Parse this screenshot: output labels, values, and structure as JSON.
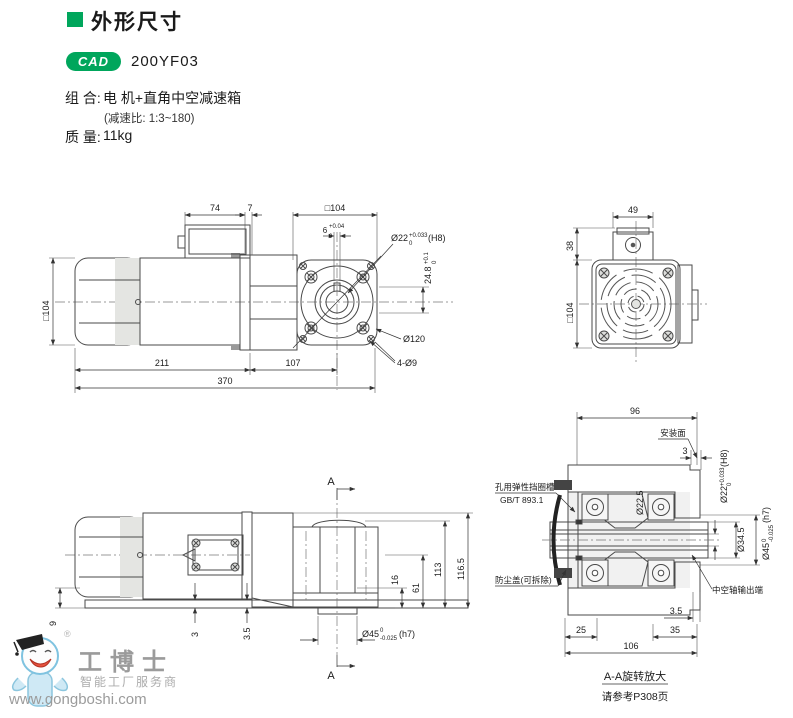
{
  "header": {
    "title": "外形尺寸",
    "cad_label": "CAD",
    "model": "200YF03",
    "combo_label": "组 合:",
    "combo_value": "电 机+直角中空减速箱",
    "ratio_note": "(减速比: 1:3~180)",
    "mass_label": "质 量:",
    "mass_value": "11kg"
  },
  "colors": {
    "accent_green": "#00a65c",
    "gearbox_green": "#b9d8b1",
    "motor_gray": "#e4e5e2",
    "line_dark": "#444444"
  },
  "side_view": {
    "dim_74": "74",
    "dim_7": "7",
    "dim_sq104_top": "□104",
    "dim_sq104_left": "□104",
    "key_width": "6",
    "key_sup": "+0.04",
    "key_sub": "0",
    "bore": "Ø22",
    "bore_sup": "+0.033",
    "bore_sub": "0",
    "bore_fit": "(H8)",
    "dim_248": "24.8",
    "dim_248_sup": "+0.1",
    "dim_248_sub": "0",
    "dim_d120": "Ø120",
    "dim_4d9": "4-Ø9",
    "dim_211": "211",
    "dim_107": "107",
    "dim_370": "370"
  },
  "rear_view": {
    "dim_49": "49",
    "dim_38": "38",
    "dim_sq104": "□104"
  },
  "top_view": {
    "dim_9": "9",
    "dim_3": "3",
    "dim_3_5": "3.5",
    "dim_16": "16",
    "dim_61": "61",
    "dim_113": "113",
    "dim_116_5": "116.5",
    "shaft": "Ø45",
    "shaft_sup": "0",
    "shaft_sub": "-0.025",
    "shaft_fit": "(h7)",
    "section_a": "A"
  },
  "section_view": {
    "dim_96": "96",
    "mount_face": "安装面",
    "dim_3": "3",
    "bore_mid": "Ø22.5",
    "circlip1": "孔用弹性挡圈槽",
    "circlip2": "GB/T 893.1",
    "dust_cover": "防尘盖(可拆除)",
    "hollow_output": "中空轴输出端",
    "bore": "Ø22",
    "bore_sup": "+0.033",
    "bore_sub": "0",
    "bore_fit": "(H8)",
    "dim_345": "Ø34.5",
    "shaft": "Ø45",
    "shaft_sup": "0",
    "shaft_sub": "-0.025",
    "shaft_fit": "(h7)",
    "dim_3_5": "3.5",
    "dim_25": "25",
    "dim_35": "35",
    "dim_106": "106",
    "caption": "A-A旋转放大",
    "caption_ref": "请参考P308页"
  },
  "watermark": {
    "reg": "®",
    "brand": "工博士",
    "slogan": "智能工厂服务商",
    "url": "www.gongboshi.com"
  }
}
